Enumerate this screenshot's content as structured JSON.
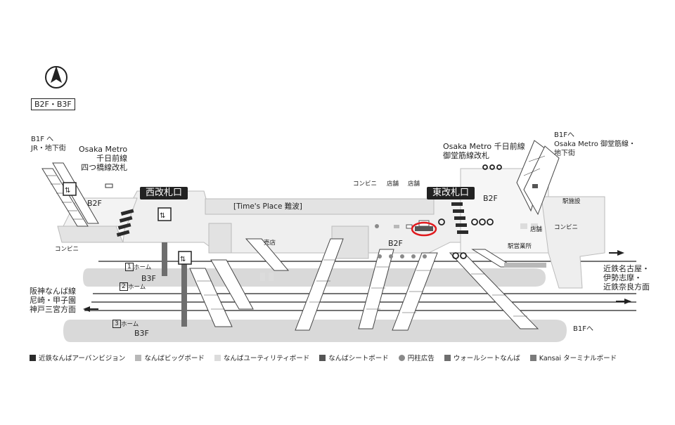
{
  "floor_badge": "B2F・B3F",
  "compass_label": "N",
  "labels": {
    "b1f_jr": "B1F へ\nJR・地下街",
    "metro_west": "Osaka Metro\n千日前線\n四つ橋線改札",
    "metro_east": "Osaka Metro 千日前線\n御堂筋線改札",
    "b1f_metro": "B1Fへ\nOsaka Metro 御堂筋線・\n地下街",
    "west_gate": "西改札口",
    "east_gate": "東改札口",
    "times_place": "[Time's Place 難波]",
    "convenience_top": "コンビニ",
    "shop_top1": "店舗",
    "shop_top2": "店舗",
    "b2f_left": "B2F",
    "b2f_center": "B2F",
    "b2f_right": "B2F",
    "kiosk": "売店",
    "station_facility": "駅施設",
    "shop_right": "店舗",
    "convenience_right": "コンビニ",
    "station_office": "駅営業所",
    "convenience_left": "コンビニ",
    "platform1": "ホーム",
    "platform2": "ホーム",
    "platform3": "ホーム",
    "platform1_num": "1",
    "platform2_num": "2",
    "platform3_num": "3",
    "b3f_upper": "B3F",
    "b3f_lower": "B3F",
    "hanshin": "阪神なんば線\n尼崎・甲子園\n神戸三宮方面",
    "kintetsu": "近鉄名古屋・\n伊勢志摩・\n近鉄奈良方面",
    "b1f_right": "B1Fへ"
  },
  "legend": [
    {
      "label": "近鉄なんばアーバンビジョン",
      "color": "#2b2b2b",
      "shape": "square"
    },
    {
      "label": "なんばビッグボード",
      "color": "#b8b8b8",
      "shape": "square"
    },
    {
      "label": "なんばユーティリティボード",
      "color": "#dcdcdc",
      "shape": "square"
    },
    {
      "label": "なんばシートボード",
      "color": "#555555",
      "shape": "square"
    },
    {
      "label": "円柱広告",
      "color": "#8a8a8a",
      "shape": "circle"
    },
    {
      "label": "ウォールシートなんば",
      "color": "#6e6e6e",
      "shape": "square"
    },
    {
      "label": "Kansai ターミナルボード",
      "color": "#7a7a7a",
      "shape": "square"
    }
  ],
  "highlight_color": "#e0191d"
}
